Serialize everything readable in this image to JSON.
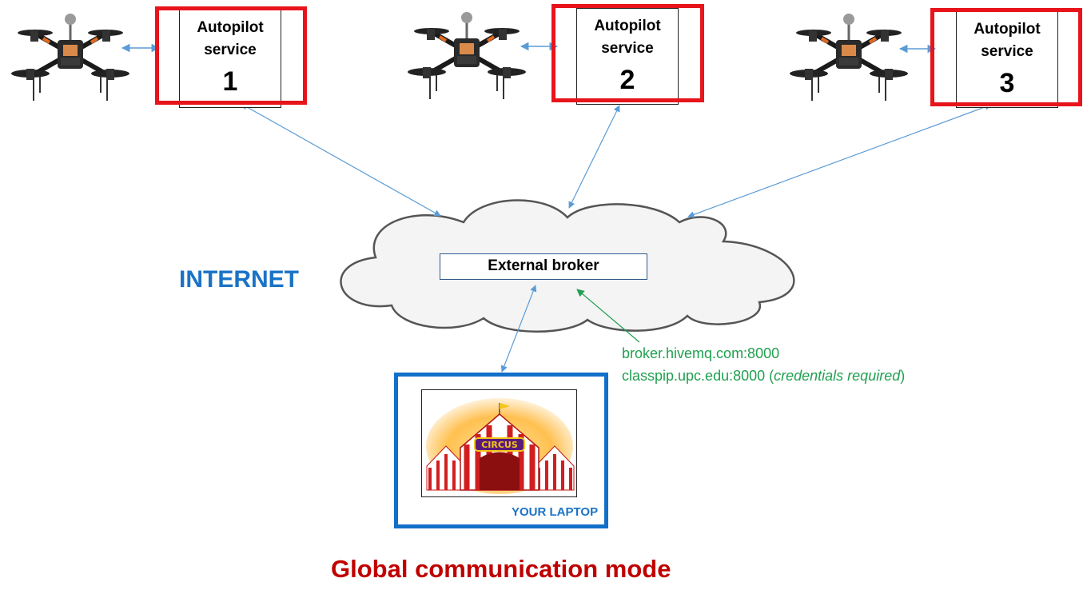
{
  "services": [
    {
      "label": "Autopilot service",
      "number": "1"
    },
    {
      "label": "Autopilot service",
      "number": "2"
    },
    {
      "label": "Autopilot service",
      "number": "3"
    }
  ],
  "broker": {
    "label": "External broker"
  },
  "internet_label": "INTERNET",
  "broker_addresses": {
    "line1": "broker.hivemq.com:8000",
    "line2_prefix": "classpip.upc.edu:8000 (",
    "line2_italic": "credentials required",
    "line2_suffix": ")"
  },
  "laptop": {
    "label": "YOUR LAPTOP",
    "image_text": "CIRCUS"
  },
  "title": "Global communication mode",
  "colors": {
    "service_frame": "#e8141b",
    "laptop_frame": "#1270c8",
    "arrow": "#5b9bd5",
    "green_arrow": "#20a050",
    "internet_text": "#1a73c6",
    "title_text": "#c00000"
  },
  "icons": [
    "drone-icon",
    "cloud-shape",
    "circus-tent-icon"
  ]
}
